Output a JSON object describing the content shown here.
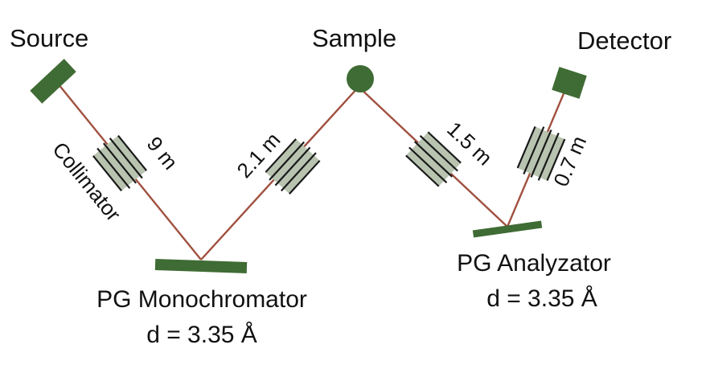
{
  "labels": {
    "source": "Source",
    "sample": "Sample",
    "detector": "Detector",
    "collimator": "Collimator",
    "monochromator": "PG Monochromator",
    "monochromator_d": "d = 3.35 Å",
    "analyzator": "PG Analyzator",
    "analyzator_d": "d = 3.35 Å"
  },
  "distances": {
    "source_to_mono": "9 m",
    "mono_to_sample": "2.1 m",
    "sample_to_analyzer": "1.5 m",
    "analyzer_to_detector": "0.7 m"
  },
  "colors": {
    "component": "#3f6b34",
    "beam": "#a0503f",
    "collimator_fill": "#b8c4b0",
    "collimator_stroke": "#1a1a1a",
    "text": "#111111"
  }
}
